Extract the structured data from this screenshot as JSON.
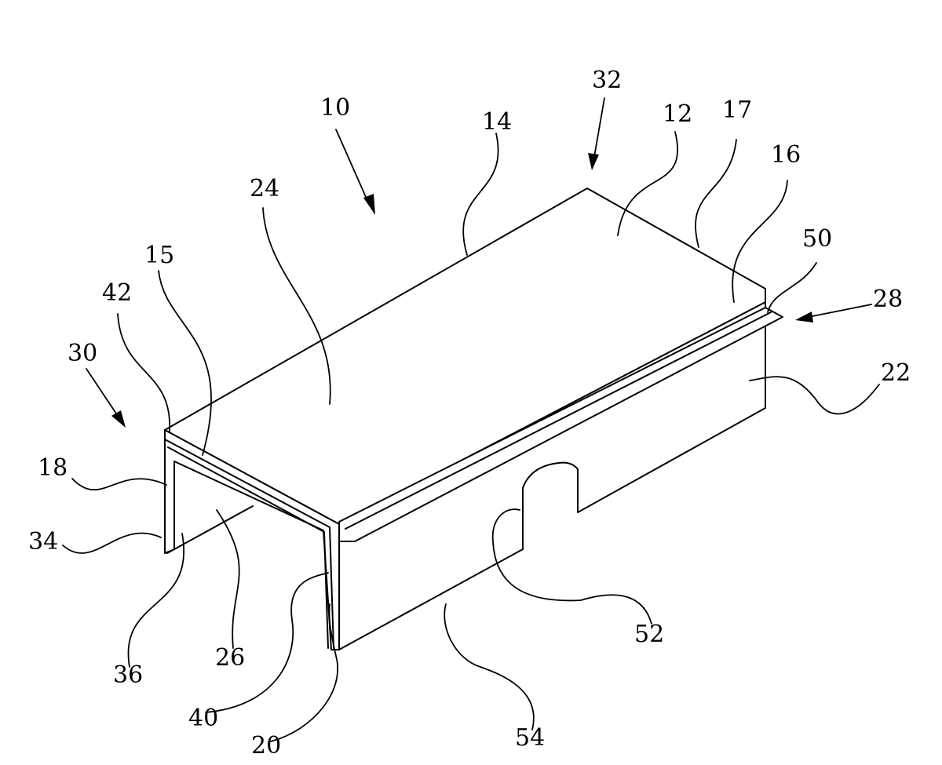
{
  "figure": {
    "reference_numerals": {
      "r10": "10",
      "r12": "12",
      "r14": "14",
      "r15": "15",
      "r16": "16",
      "r17": "17",
      "r18": "18",
      "r20": "20",
      "r22": "22",
      "r24": "24",
      "r26": "26",
      "r28": "28",
      "r30": "30",
      "r32": "32",
      "r34": "34",
      "r36": "36",
      "r40": "40",
      "r42": "42",
      "r50": "50",
      "r52": "52",
      "r54": "54"
    }
  }
}
